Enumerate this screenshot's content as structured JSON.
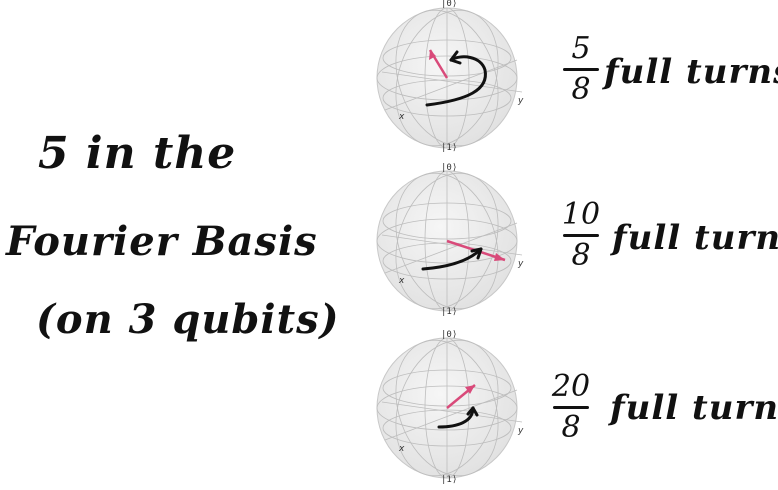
{
  "title": {
    "line1": "5 in the",
    "line2": "Fourier Basis",
    "line3": "(on 3 qubits)"
  },
  "spheres": [
    {
      "ket_top": "|0⟩",
      "ket_bottom": "|1⟩",
      "x_label": "x",
      "y_label": "y",
      "fraction_num": "5",
      "fraction_den": "8",
      "turns_text": "full turns",
      "turns": 0.625
    },
    {
      "ket_top": "|0⟩",
      "ket_bottom": "|1⟩",
      "x_label": "x",
      "y_label": "y",
      "fraction_num": "10",
      "fraction_den": "8",
      "turns_text": "full turns",
      "turns": 1.25
    },
    {
      "ket_top": "|0⟩",
      "ket_bottom": "|1⟩",
      "x_label": "x",
      "y_label": "y",
      "fraction_num": "20",
      "fraction_den": "8",
      "turns_text": "full turns",
      "turns": 2.5
    }
  ],
  "colors": {
    "vector": "#d94a7a",
    "sphere_fill": "#ececec",
    "grid": "#b8b8b8",
    "ink": "#111111"
  }
}
